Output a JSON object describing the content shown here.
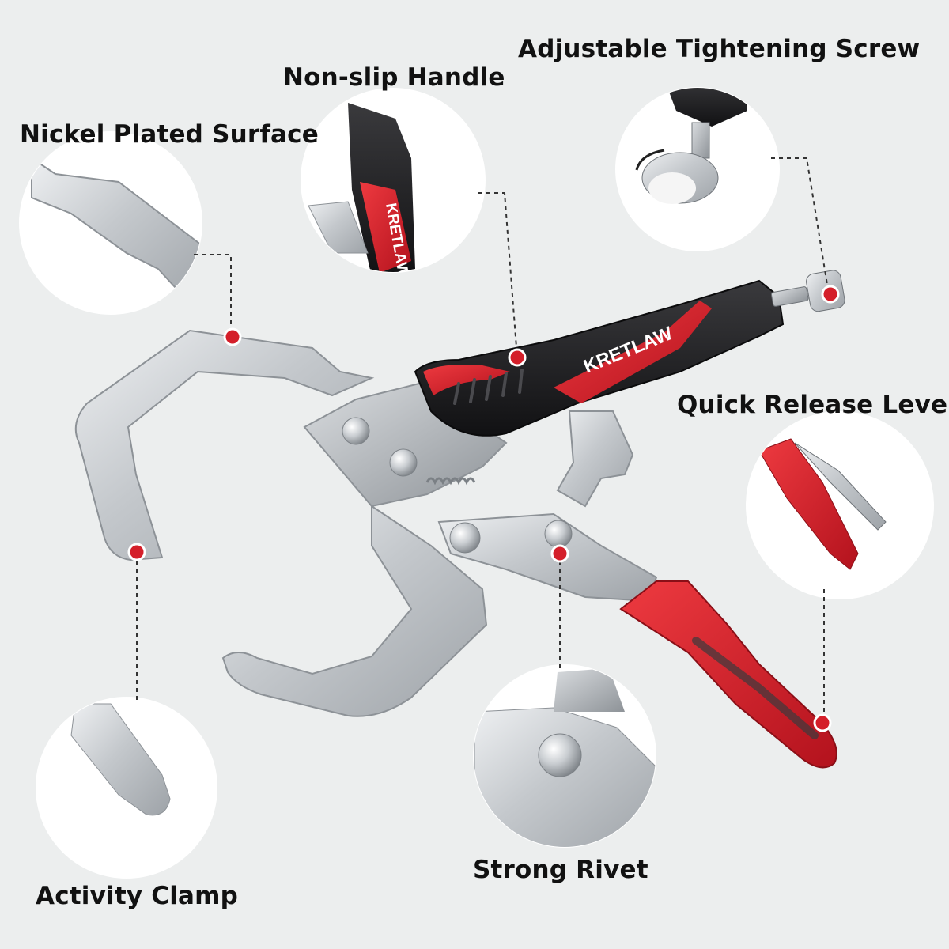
{
  "labels": {
    "adjustable_screw": "Adjustable Tightening Screw",
    "non_slip_handle": "Non-slip Handle",
    "nickel_plated": "Nickel Plated Surface",
    "quick_release": "Quick Release Lever",
    "strong_rivet": "Strong Rivet",
    "activity_clamp": "Activity Clamp"
  },
  "brand": "KRETLAW",
  "colors": {
    "background": "#eceeee",
    "accent_red": "#d8202b",
    "handle_black": "#1c1c1e",
    "steel": "#c9cccf",
    "marker_red": "#d41f2a"
  },
  "icons": [
    "c-clamp-pliers-icon",
    "rivet-icon",
    "screw-icon",
    "lever-icon"
  ]
}
